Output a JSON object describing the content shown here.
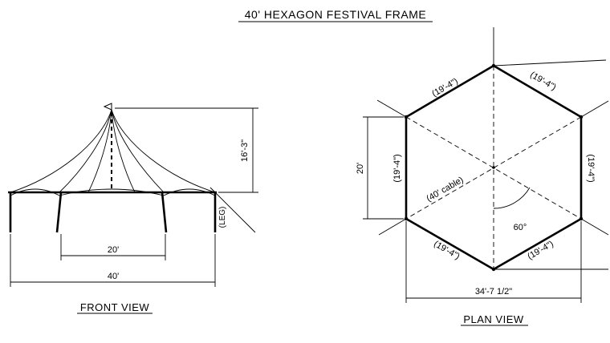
{
  "title": "40' HEXAGON FESTIVAL FRAME",
  "front_view": {
    "label": "FRONT VIEW",
    "height_dim": "16'-3\"",
    "leg_label": "(LEG)",
    "inner_width_dim": "20'",
    "overall_width_dim": "40'"
  },
  "plan_view": {
    "label": "PLAN VIEW",
    "side_top_left": "(19'-4\")",
    "side_top_right": "(19'-4\")",
    "side_left": "(19'-4\")",
    "side_right": "(19'-4\")",
    "side_bottom_left": "(19'-4\")",
    "side_bottom_right": "(19'-4\")",
    "side_height_dim": "20'",
    "cable_label": "(40' cable)",
    "angle_label": "60°",
    "width_dim": "34'-7 1/2\""
  }
}
